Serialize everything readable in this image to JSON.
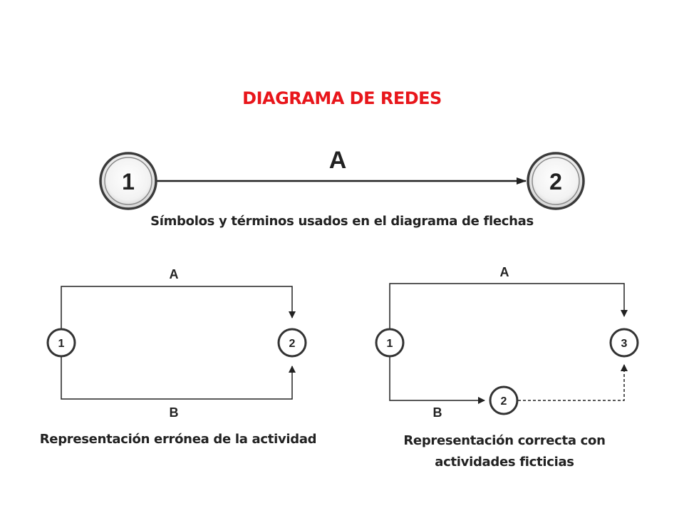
{
  "title": "DIAGRAMA DE REDES",
  "title_color": "#e8161b",
  "main_diagram": {
    "activity_label": "A",
    "node_start": "1",
    "node_end": "2",
    "caption": "Símbolos y términos usados en el diagrama de flechas"
  },
  "left_diagram": {
    "label_top": "A",
    "label_bottom": "B",
    "node_1": "1",
    "node_2": "2",
    "caption": "Representación errónea de la actividad"
  },
  "right_diagram": {
    "label_top": "A",
    "label_bottom": "B",
    "node_1": "1",
    "node_2": "2",
    "node_3": "3",
    "caption_line1": "Representación correcta con",
    "caption_line2": "actividades ficticias"
  }
}
